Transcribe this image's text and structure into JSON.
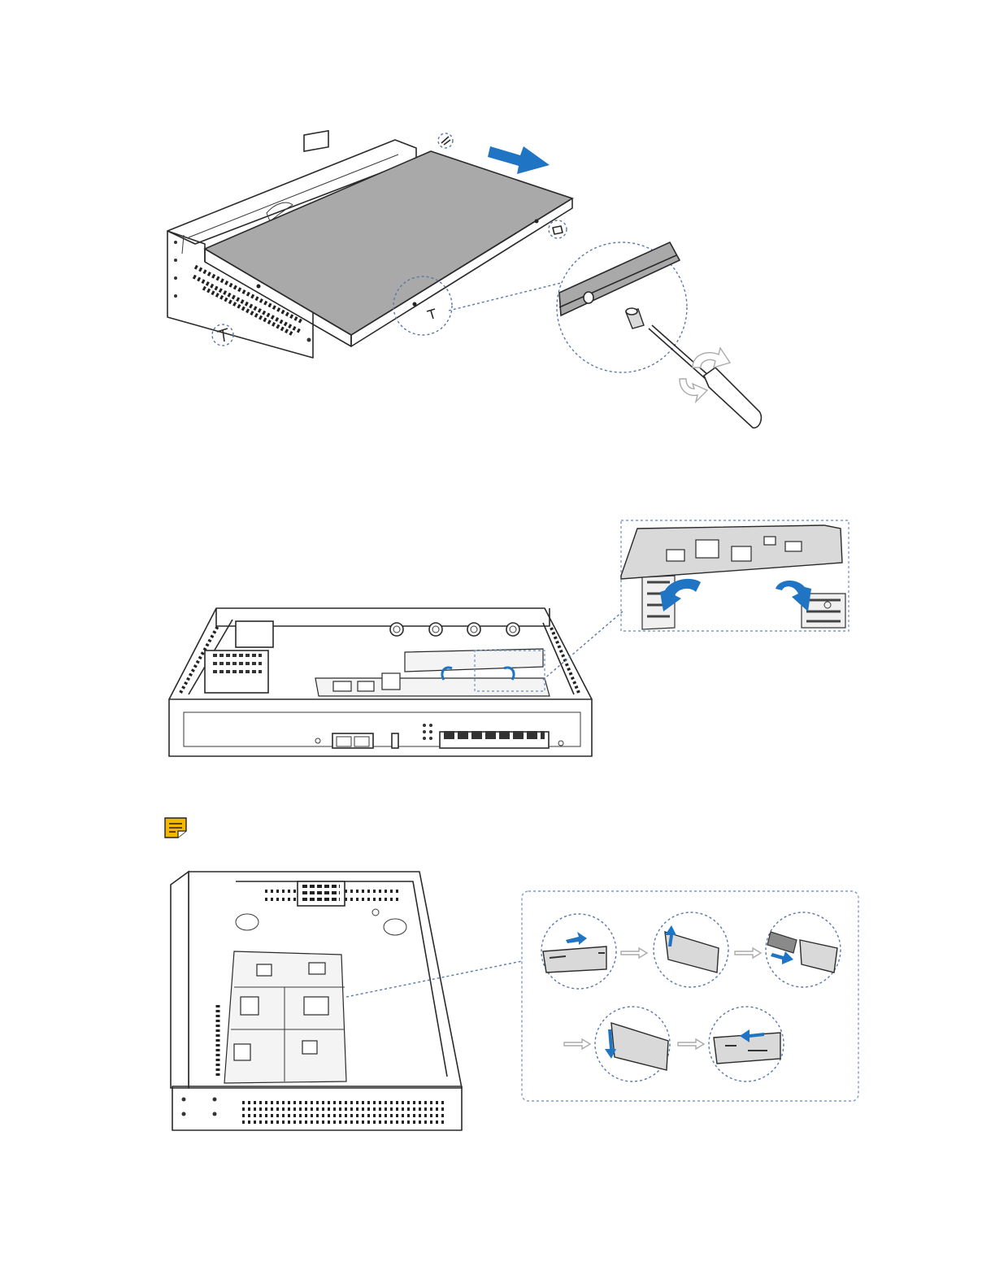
{
  "figures": [
    {
      "id": "remove-cover",
      "icons": [
        "screw-icon",
        "screwdriver-icon",
        "rotate-arrow-icon",
        "slide-arrow-icon"
      ]
    },
    {
      "id": "install-module",
      "icons": [
        "module-board",
        "insert-arrow-icon"
      ]
    },
    {
      "id": "install-sim-card",
      "icons": [
        "note-icon",
        "sim-tray-step-icon"
      ]
    }
  ],
  "colors": {
    "accent": "#1f74c4",
    "note": "#f5b800",
    "callout": "#7f9cc8"
  }
}
